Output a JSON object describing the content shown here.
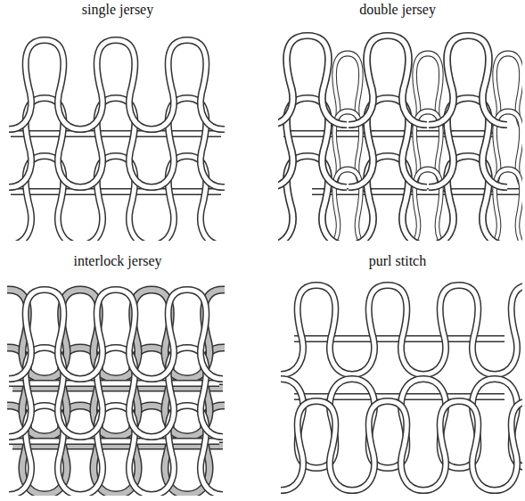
{
  "diagram": {
    "labels": [
      "single jersey",
      "double jersey",
      "interlock jersey",
      "purl stitch"
    ]
  }
}
